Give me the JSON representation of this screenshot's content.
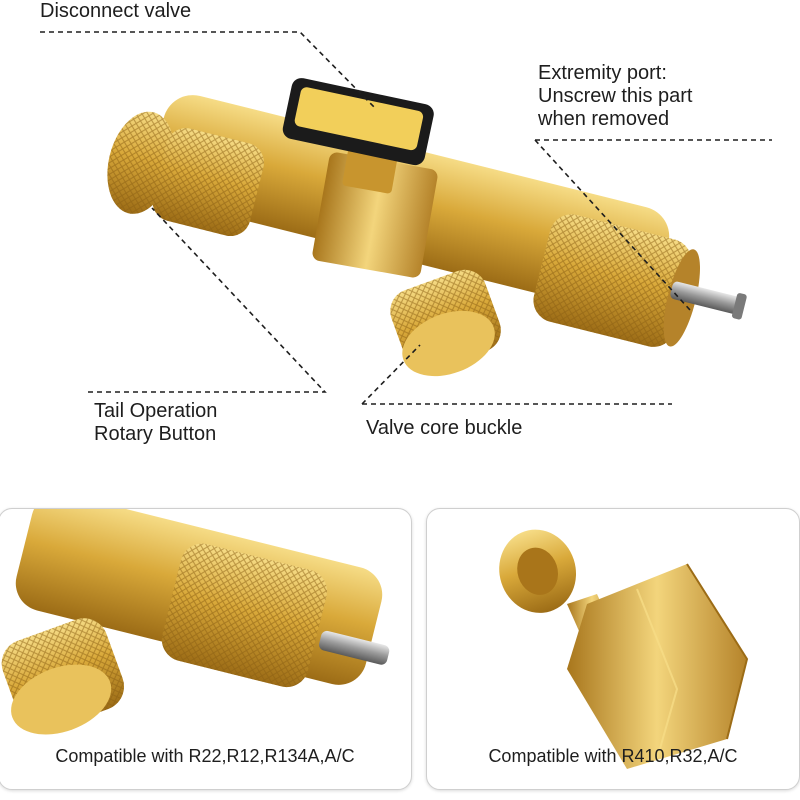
{
  "labels": {
    "disconnect_valve": "Disconnect valve",
    "extremity_port": [
      "Extremity port:",
      "Unscrew this part",
      "when removed"
    ],
    "tail_operation": [
      "Tail Operation",
      "Rotary Button"
    ],
    "valve_core_buckle": "Valve core buckle"
  },
  "panels": {
    "left_caption": "Compatible with R22,R12,R134A,A/C",
    "right_caption": "Compatible with R410,R32,A/C"
  },
  "colors": {
    "brass": "#d9a93a",
    "brass_light": "#f3d57c",
    "brass_dark": "#a9751a",
    "handle_black": "#1b1b1b",
    "handle_yellow": "#f2cf5a"
  }
}
